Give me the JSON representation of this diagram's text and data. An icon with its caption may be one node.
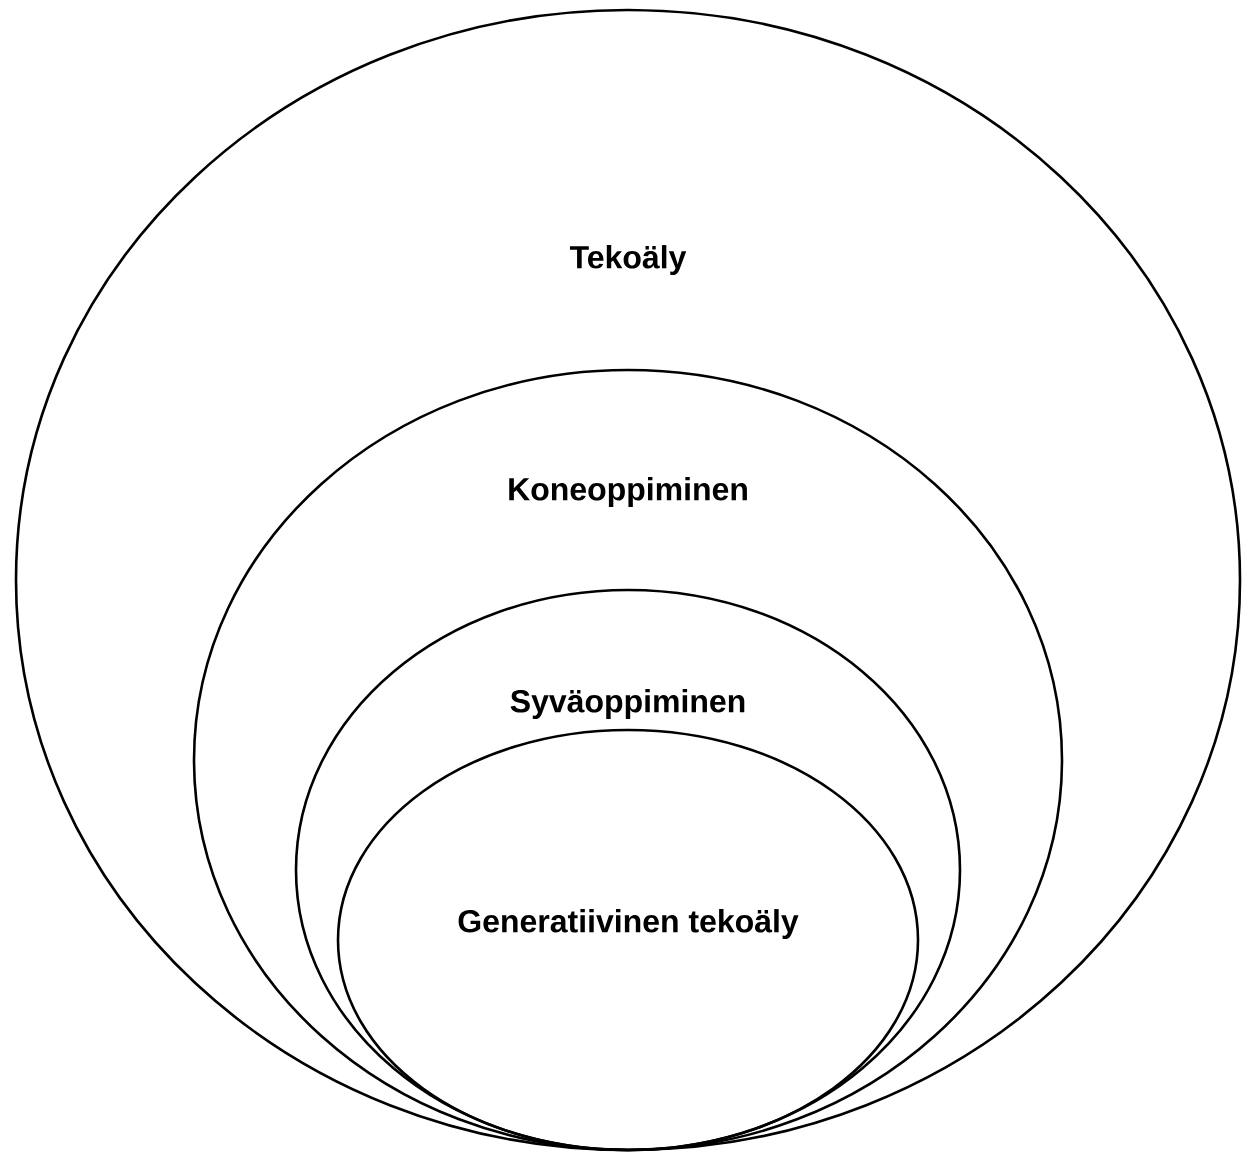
{
  "diagram": {
    "nodes": [
      {
        "text": [
          "Tekoäly"
        ]
      },
      {
        "text": [
          "Koneoppiminen"
        ],
        "in": 0
      },
      {
        "text": [
          "Syväoppiminen"
        ],
        "in": 1
      },
      {
        "text": [
          "Generatiivinen tekoäly"
        ],
        "in": 2
      }
    ]
  }
}
